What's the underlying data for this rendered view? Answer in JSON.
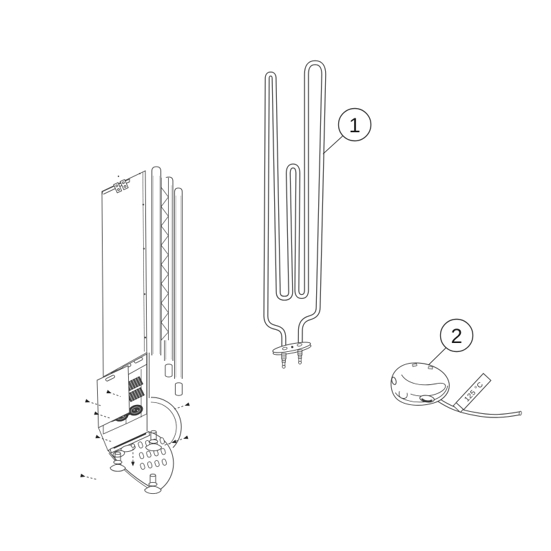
{
  "diagram": {
    "type": "exploded-parts-illustration",
    "background_color": "#ffffff",
    "line_color": "#404040",
    "parts": [
      {
        "callout": "1",
        "name": "heating-element"
      },
      {
        "callout": "2",
        "name": "temperature-sensor",
        "label": "125 °C"
      }
    ]
  }
}
